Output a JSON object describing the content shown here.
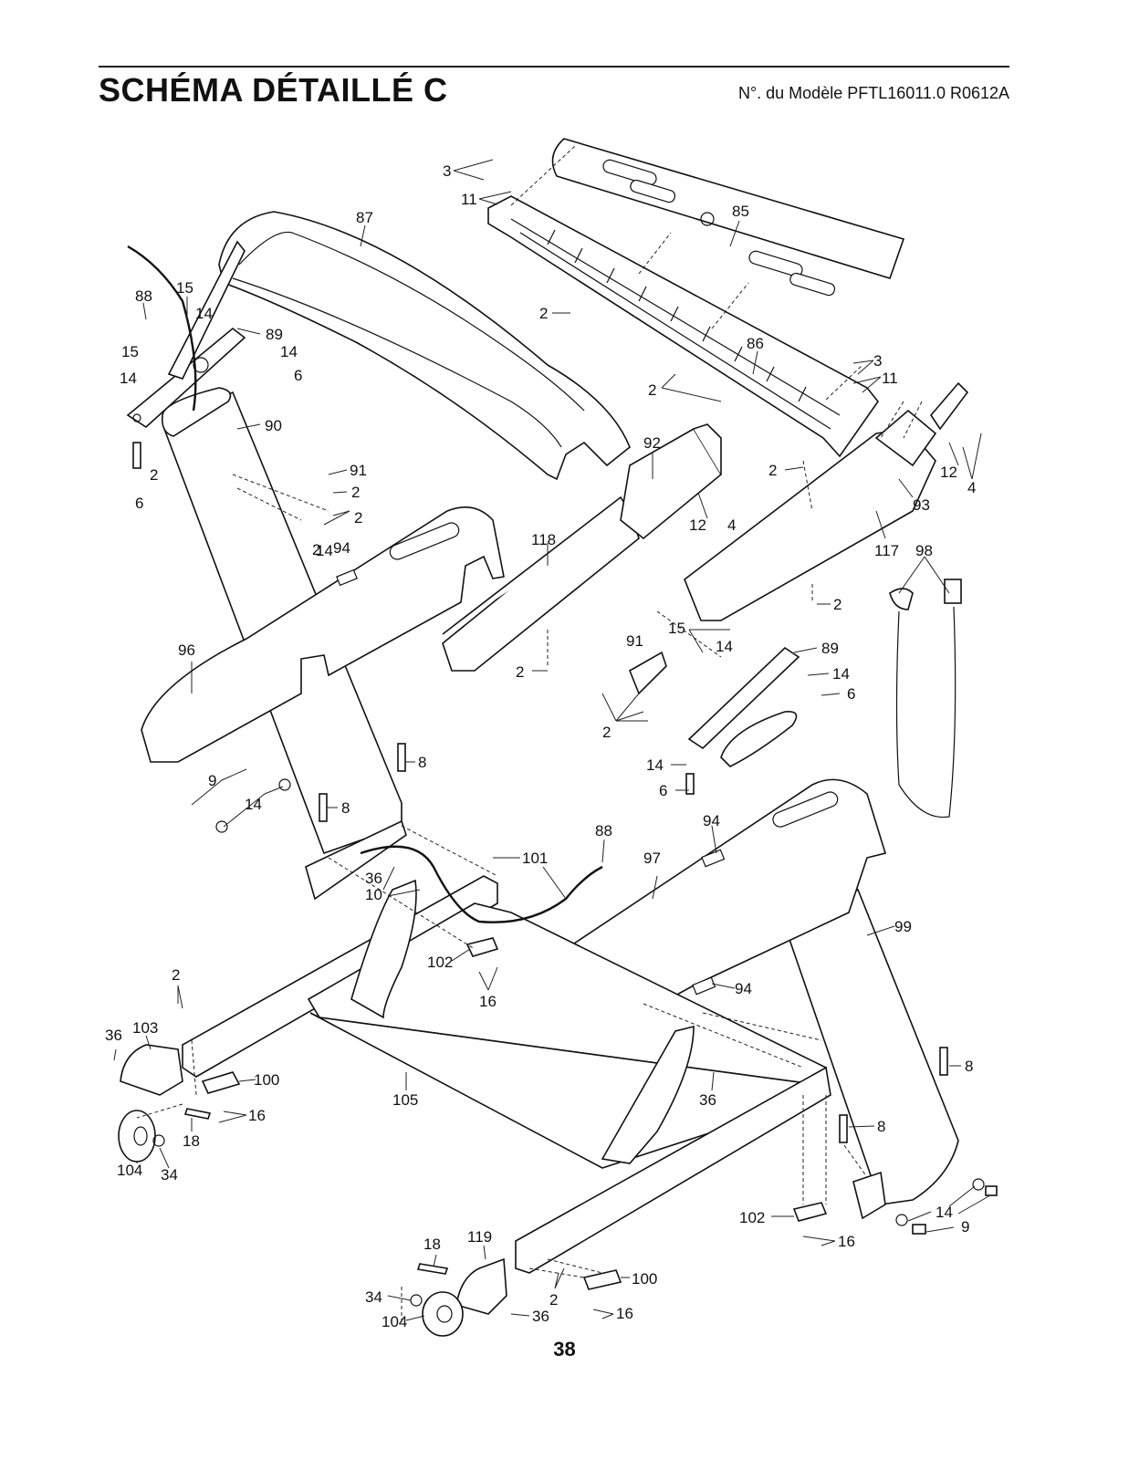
{
  "header": {
    "title": "SCHÉMA DÉTAILLÉ C",
    "model": "N°. du Modèle PFTL16011.0 R0612A"
  },
  "page_number": "38",
  "callouts": [
    "3",
    "11",
    "85",
    "87",
    "88",
    "15",
    "14",
    "89",
    "14",
    "6",
    "15",
    "14",
    "2",
    "86",
    "3",
    "11",
    "2",
    "90",
    "2",
    "91",
    "2",
    "2",
    "92",
    "12",
    "4",
    "12",
    "4",
    "2",
    "93",
    "14",
    "6",
    "2",
    "94",
    "118",
    "117",
    "98",
    "2",
    "96",
    "2",
    "91",
    "15",
    "89",
    "14",
    "14",
    "6",
    "2",
    "14",
    "6",
    "9",
    "8",
    "14",
    "8",
    "88",
    "101",
    "94",
    "36",
    "10",
    "97",
    "102",
    "99",
    "16",
    "94",
    "2",
    "36",
    "103",
    "100",
    "105",
    "36",
    "8",
    "18",
    "16",
    "104",
    "34",
    "8",
    "102",
    "14",
    "9",
    "16",
    "18",
    "119",
    "100",
    "34",
    "2",
    "104",
    "36",
    "16"
  ]
}
